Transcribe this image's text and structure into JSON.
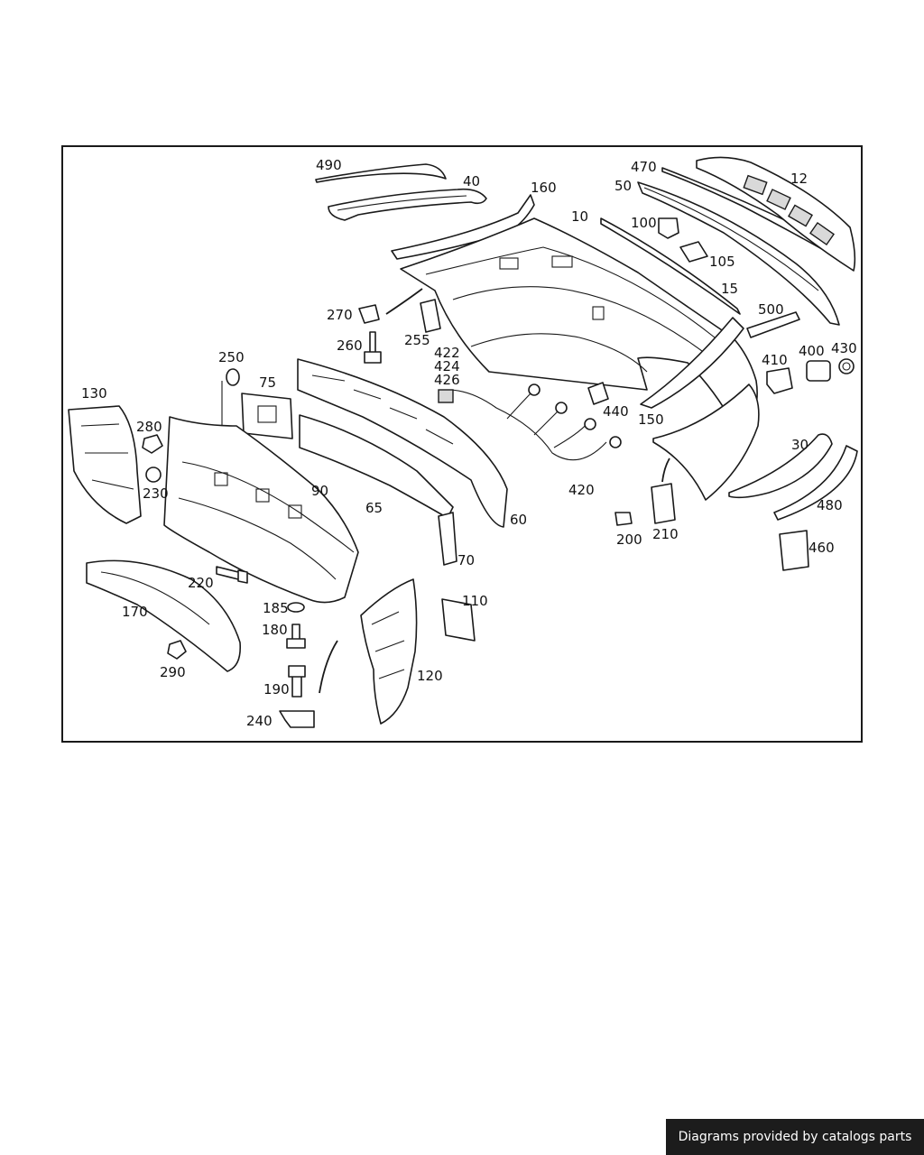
{
  "diagram": {
    "callouts": {
      "p10": "10",
      "p12": "12",
      "p15": "15",
      "p30": "30",
      "p40": "40",
      "p50": "50",
      "p60": "60",
      "p65": "65",
      "p70": "70",
      "p75": "75",
      "p90": "90",
      "p100": "100",
      "p105": "105",
      "p110": "110",
      "p120": "120",
      "p130": "130",
      "p150": "150",
      "p160": "160",
      "p170": "170",
      "p180": "180",
      "p185": "185",
      "p190": "190",
      "p200": "200",
      "p210": "210",
      "p220": "220",
      "p230": "230",
      "p240": "240",
      "p250": "250",
      "p255": "255",
      "p260": "260",
      "p270": "270",
      "p280": "280",
      "p290": "290",
      "p400": "400",
      "p410": "410",
      "p420": "420",
      "p422": "422",
      "p424": "424",
      "p426": "426",
      "p430": "430",
      "p440": "440",
      "p460": "460",
      "p470": "470",
      "p480": "480",
      "p490": "490",
      "p500": "500"
    }
  },
  "footer": {
    "credit": "Diagrams provided by catalogs parts"
  },
  "colors": {
    "line": "#1a1a1a",
    "footer_bg": "#1c1c1c",
    "footer_text": "#ffffff",
    "background": "#ffffff"
  }
}
